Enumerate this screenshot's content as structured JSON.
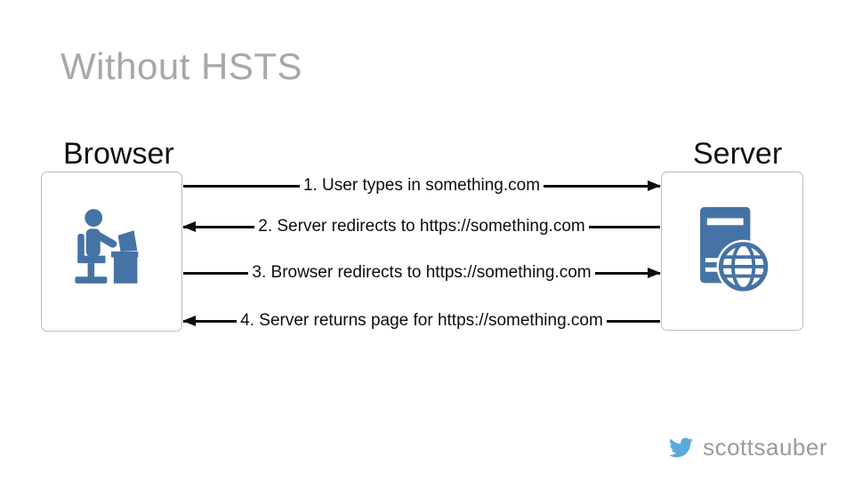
{
  "slide": {
    "title": "Without HSTS",
    "footer": {
      "twitter_handle": "scottsauber"
    }
  },
  "diagram": {
    "browser": {
      "label": "Browser",
      "icon": "user-at-desk-icon"
    },
    "server": {
      "label": "Server",
      "icon": "web-server-icon"
    },
    "messages": [
      {
        "step": 1,
        "from": "browser",
        "to": "server",
        "text": "1. User types in something.com"
      },
      {
        "step": 2,
        "from": "server",
        "to": "browser",
        "text": "2. Server redirects to https://something.com"
      },
      {
        "step": 3,
        "from": "browser",
        "to": "server",
        "text": "3. Browser redirects to https://something.com"
      },
      {
        "step": 4,
        "from": "server",
        "to": "browser",
        "text": "4. Server returns page for https://something.com"
      }
    ]
  },
  "colors": {
    "icon_blue": "#4673A5",
    "title_gray": "#A8A8A8",
    "footer_gray": "#9B9B9B",
    "twitter_blue": "#5AA9DC",
    "box_border": "#BDBDBD",
    "arrow_black": "#0D0D0D"
  }
}
